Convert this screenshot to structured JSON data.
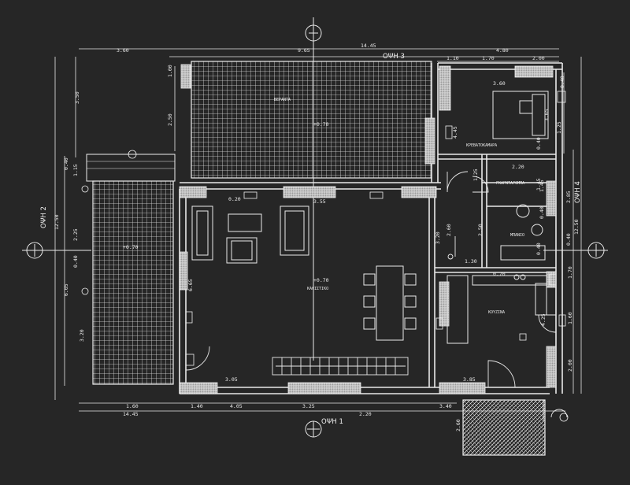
{
  "labels": {
    "view_top": "ΟΨΗ 3",
    "view_bottom": "ΟΨΗ 1",
    "view_left": "ΟΨΗ 2",
    "view_right": "ΟΨΗ 4"
  },
  "rooms": {
    "terrace": "ΒΕΡΑΝΤΑ",
    "bedroom": "ΚΡΕΒΑΤΟΚΑΜΑΡΑ",
    "wardrobe": "ΓΚΑΡΝΤΑΡΟΜΠΑ",
    "bath": "ΜΠΑΝΙΟ",
    "kitchen": "ΚΟΥΖΙΝΑ",
    "living": "ΚΑΘΙΣΤΙΚΟ"
  },
  "levels": [
    "+0.70",
    "+0.70",
    "+0.70"
  ],
  "dims_h": [
    "3.60",
    "9.65",
    "14.45",
    "4.80",
    "1.10",
    "1.70",
    "2.00",
    "3.60",
    "2.20",
    "0.20",
    "3.55",
    "0.70",
    "1.30",
    "3.05",
    "3.85",
    "1.60",
    "1.40",
    "4.05",
    "3.25",
    "3.40",
    "14.45",
    "2.20"
  ],
  "dims_v": [
    "3.50",
    "1.00",
    "2.50",
    "0.40",
    "1.15",
    "12.50",
    "2.25",
    "0.40",
    "6.05",
    "3.20",
    "6.65",
    "3.20",
    "2.60",
    "2.50",
    "4.45",
    "1.25",
    "3.65",
    "0.40",
    "0.40",
    "1.25",
    "1.45",
    "0.40",
    "2.85",
    "12.50",
    "0.40",
    "1.70",
    "1.60",
    "4.25",
    "2.00",
    "2.60",
    "0.40",
    "1.45"
  ]
}
